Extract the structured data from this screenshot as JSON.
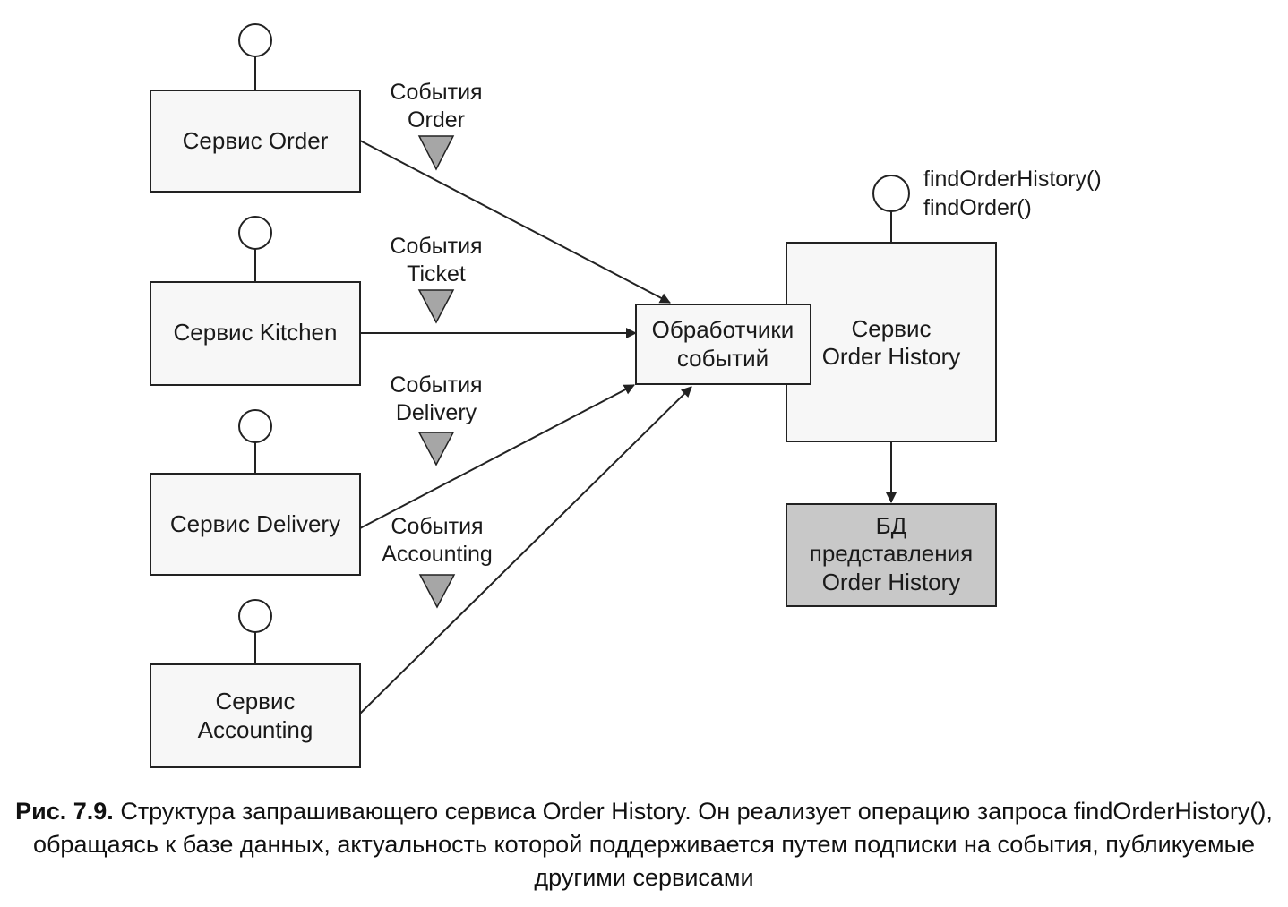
{
  "diagram": {
    "services": [
      {
        "id": "order",
        "lines": [
          "Сервис Order"
        ]
      },
      {
        "id": "kitchen",
        "lines": [
          "Сервис Kitchen"
        ]
      },
      {
        "id": "delivery",
        "lines": [
          "Сервис Delivery"
        ]
      },
      {
        "id": "accounting",
        "lines": [
          "Сервис",
          "Accounting"
        ]
      }
    ],
    "events": [
      {
        "id": "order-events",
        "lines": [
          "События",
          "Order"
        ]
      },
      {
        "id": "ticket-events",
        "lines": [
          "События",
          "Ticket"
        ]
      },
      {
        "id": "delivery-events",
        "lines": [
          "События",
          "Delivery"
        ]
      },
      {
        "id": "accounting-events",
        "lines": [
          "События",
          "Accounting"
        ]
      }
    ],
    "handlers": {
      "lines": [
        "Обработчики",
        "событий"
      ]
    },
    "history_service": {
      "lines": [
        "Сервис",
        "Order History"
      ]
    },
    "api_ops": [
      "findOrderHistory()",
      "findOrder()"
    ],
    "database": {
      "lines": [
        "БД",
        "представления",
        "Order History"
      ]
    },
    "colors": {
      "stroke": "#222222",
      "box_fill": "#f7f7f7",
      "db_fill": "#c8c8c8",
      "triangle_fill": "#a6a6a6",
      "arrow": "#222222"
    }
  },
  "caption": {
    "label": "Рис. 7.9.",
    "text": " Структура запрашивающего сервиса Order History. Он реализует операцию запроса findOrderHistory(), обращаясь к базе данных, актуальность которой поддерживается путем подписки на события, публикуемые другими сервисами"
  }
}
